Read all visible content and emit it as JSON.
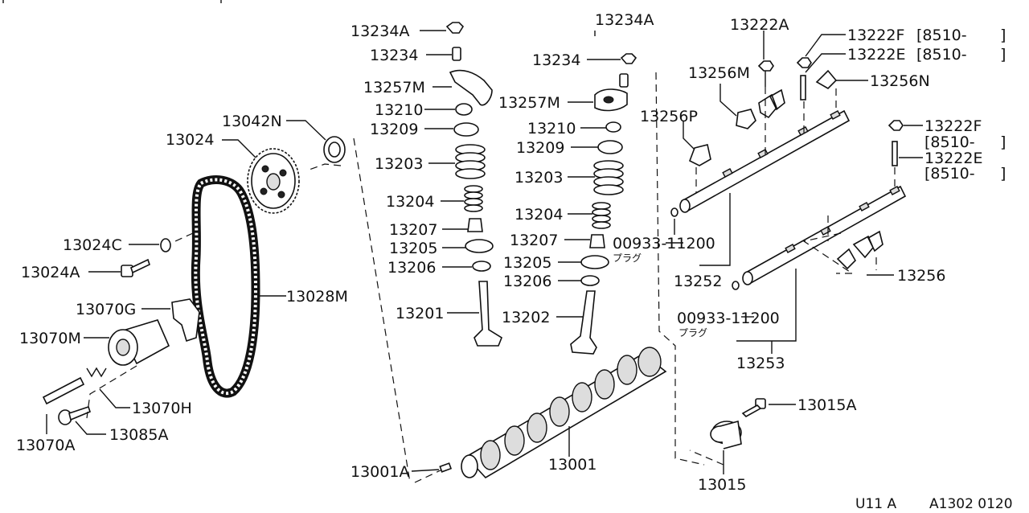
{
  "labels": {
    "p13234A_l": "13234A",
    "p13234_l": "13234",
    "p13257M_l": "13257M",
    "p13210_l": "13210",
    "p13209_l": "13209",
    "p13203_l": "13203",
    "p13204_l": "13204",
    "p13207_l": "13207",
    "p13205_l": "13205",
    "p13206_l": "13206",
    "p13201": "13201",
    "p13234A_r": "13234A",
    "p13234_r": "13234",
    "p13257M_r": "13257M",
    "p13210_r": "13210",
    "p13209_r": "13209",
    "p13203_r": "13203",
    "p13204_r": "13204",
    "p13207_r": "13207",
    "p13205_r": "13205",
    "p13206_r": "13206",
    "p13202": "13202",
    "p13042N": "13042N",
    "p13024": "13024",
    "p13024C": "13024C",
    "p13024A": "13024A",
    "p13028M": "13028M",
    "p13070G": "13070G",
    "p13070M": "13070M",
    "p13070H": "13070H",
    "p13070A": "13070A",
    "p13085A": "13085A",
    "p13222A": "13222A",
    "p13222F_a": "13222F",
    "p13222F_a_date": "[8510-",
    "p13222E_a": "13222E",
    "p13222E_a_date": "[8510-",
    "p13256M": "13256M",
    "p13256N": "13256N",
    "p13256P": "13256P",
    "p13222F_b": "13222F",
    "p13222F_b_date": "[8510-",
    "p13222E_b": "13222E",
    "p13222E_b_date": "[8510-",
    "p00933_a": "00933-11200",
    "p00933_a_jp": "プラグ",
    "p13252": "13252",
    "p00933_b": "00933-11200",
    "p00933_b_jp": "プラグ",
    "p13253": "13253",
    "p13256": "13256",
    "p13015A": "13015A",
    "p13015": "13015",
    "p13001A": "13001A",
    "p13001": "13001"
  },
  "footer": {
    "model": "U11 A",
    "code": "A1302 0120"
  },
  "colors": {
    "line": "#111111",
    "background": "#ffffff",
    "part_fill": "#dddddd"
  }
}
